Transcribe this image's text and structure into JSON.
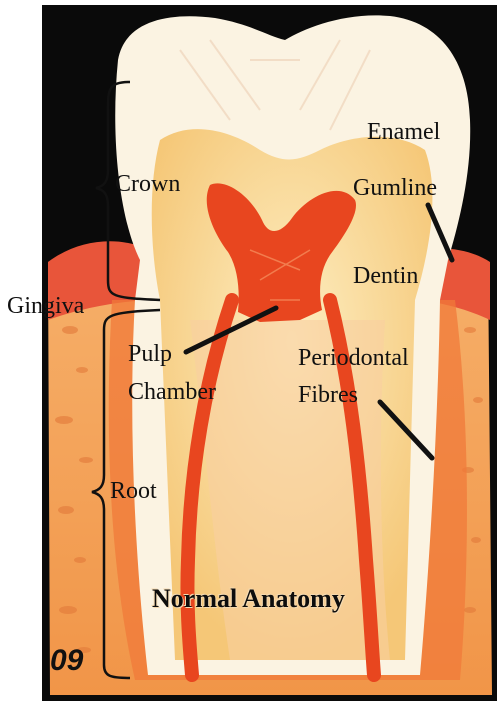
{
  "labels": {
    "enamel": "Enamel",
    "crown": "Crown",
    "gumline": "Gumline",
    "dentin": "Dentin",
    "gingiva": "Gingiva",
    "pulp_line1": "Pulp",
    "pulp_line2": "Chamber",
    "periodontal_line1": "Periodontal",
    "periodontal_line2": "Fibres",
    "root": "Root"
  },
  "title": "Normal Anatomy",
  "figure_number": "09",
  "colors": {
    "background_black": "#0a0a0a",
    "bone": "#f3a25a",
    "gum": "#e8553a",
    "enamel": "#fbf3e2",
    "dentin": "#f8d99a",
    "pulp": "#e8461f",
    "root_pulp": "#f06a2a"
  }
}
